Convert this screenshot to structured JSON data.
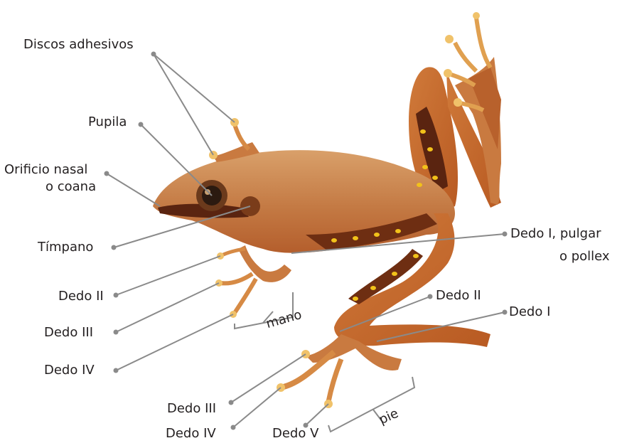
{
  "labels": {
    "discos": "Discos adhesivos",
    "pupila": "Pupila",
    "orificio_line1": "Orificio nasal",
    "orificio_line2": "o coana",
    "timpano": "Tímpano",
    "dedo_ii_mano": "Dedo II",
    "dedo_iii_mano": "Dedo III",
    "dedo_iv_mano": "Dedo IV",
    "dedo_i_pulgar_line1": "Dedo I, pulgar",
    "dedo_i_pulgar_line2": "o pollex",
    "dedo_ii_pie": "Dedo II",
    "dedo_i_pie": "Dedo I",
    "dedo_iii_pie": "Dedo III",
    "dedo_iv_pie": "Dedo IV",
    "dedo_v_pie": "Dedo V",
    "mano": "mano",
    "pie": "pie"
  },
  "colors": {
    "leader": "#8a8a8a",
    "frog_base": "#c8773c",
    "frog_dark": "#6e2e12",
    "spots": "#f2c21a"
  }
}
